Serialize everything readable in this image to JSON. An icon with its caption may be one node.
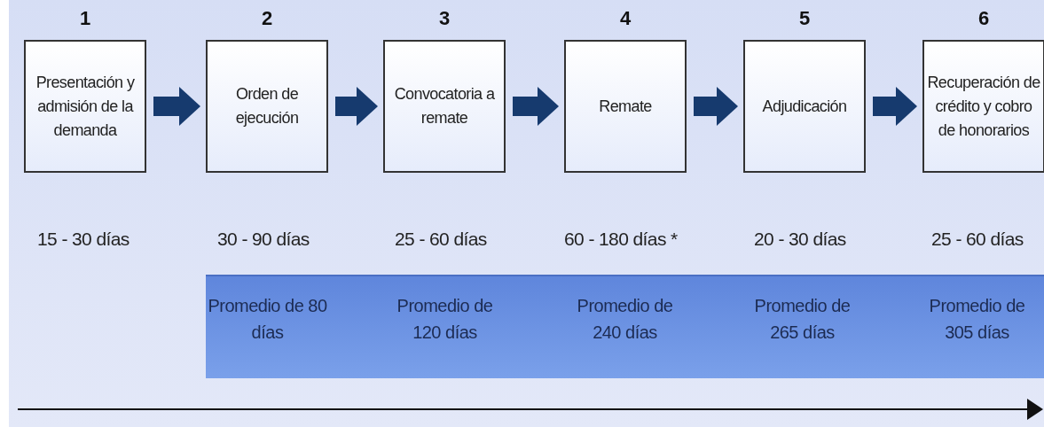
{
  "diagram": {
    "nodes": [
      {
        "text": [
          "1",
          "Presentación y admisión de la demanda"
        ]
      },
      {
        "text": [
          "2",
          "Orden de ejecución"
        ]
      },
      {
        "text": [
          "3",
          "Convocatoria a remate"
        ]
      },
      {
        "text": [
          "4",
          "Remate"
        ]
      },
      {
        "text": [
          "5",
          "Adjudicación"
        ]
      },
      {
        "text": [
          "6",
          "Recuperación de crédito y cobro de honorarios"
        ]
      },
      {
        "text": [
          "Promedio de 80 días",
          "Promedio de 120 días",
          "Promedio de 240 días",
          "Promedio de 265 días",
          "Promedio de 305 días"
        ]
      }
    ],
    "edges": [
      {
        "from": 0,
        "to": 1,
        "arrow": "to"
      },
      {
        "from": 1,
        "to": 2,
        "arrow": "to"
      },
      {
        "from": 2,
        "to": 3,
        "arrow": "to"
      },
      {
        "from": 3,
        "to": 4,
        "arrow": "to"
      },
      {
        "from": 4,
        "to": 5,
        "arrow": "to"
      }
    ],
    "labels": [
      "15 - 30 días",
      "30 - 90 días",
      "25 - 60 días",
      "60 - 180 días *",
      "20 - 30 días",
      "25 - 60 días"
    ]
  }
}
